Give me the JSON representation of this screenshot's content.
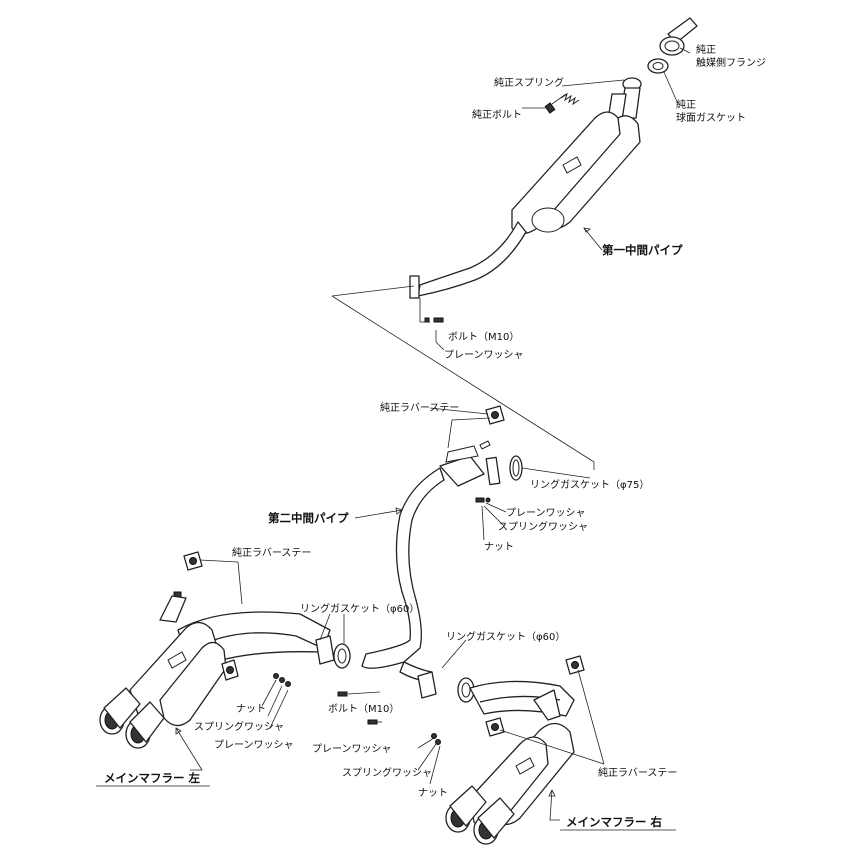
{
  "labels": {
    "junsei_catalyst_flange_1": "純正",
    "junsei_catalyst_flange_2": "触媒側フランジ",
    "junsei_spring": "純正スプリング",
    "junsei_bolt": "純正ボルト",
    "junsei_spherical_gasket_1": "純正",
    "junsei_spherical_gasket_2": "球面ガスケット",
    "first_center_pipe": "第一中間パイプ",
    "bolt_m10_top": "ボルト（M10）",
    "plain_washer_top": "プレーンワッシャ",
    "junsei_rubber_stay_top": "純正ラバーステー",
    "ring_gasket_75": "リングガスケット（φ75）",
    "plain_washer_mid": "プレーンワッシャ",
    "spring_washer_mid": "スプリングワッシャ",
    "nut_mid": "ナット",
    "second_center_pipe": "第二中間パイプ",
    "junsei_rubber_stay_left": "純正ラバーステー",
    "ring_gasket_60_left": "リングガスケット（φ60）",
    "ring_gasket_60_right": "リングガスケット（φ60）",
    "nut_left": "ナット",
    "spring_washer_left": "スプリングワッシャ",
    "plain_washer_left": "プレーンワッシャ",
    "bolt_m10_bottom": "ボルト（M10）",
    "plain_washer_bottom": "プレーンワッシャ",
    "spring_washer_bottom": "スプリングワッシャ",
    "nut_bottom": "ナット",
    "junsei_rubber_stay_right": "純正ラバーステー",
    "main_muffler_left": "メインマフラー 左",
    "main_muffler_right": "メインマフラー 右"
  }
}
